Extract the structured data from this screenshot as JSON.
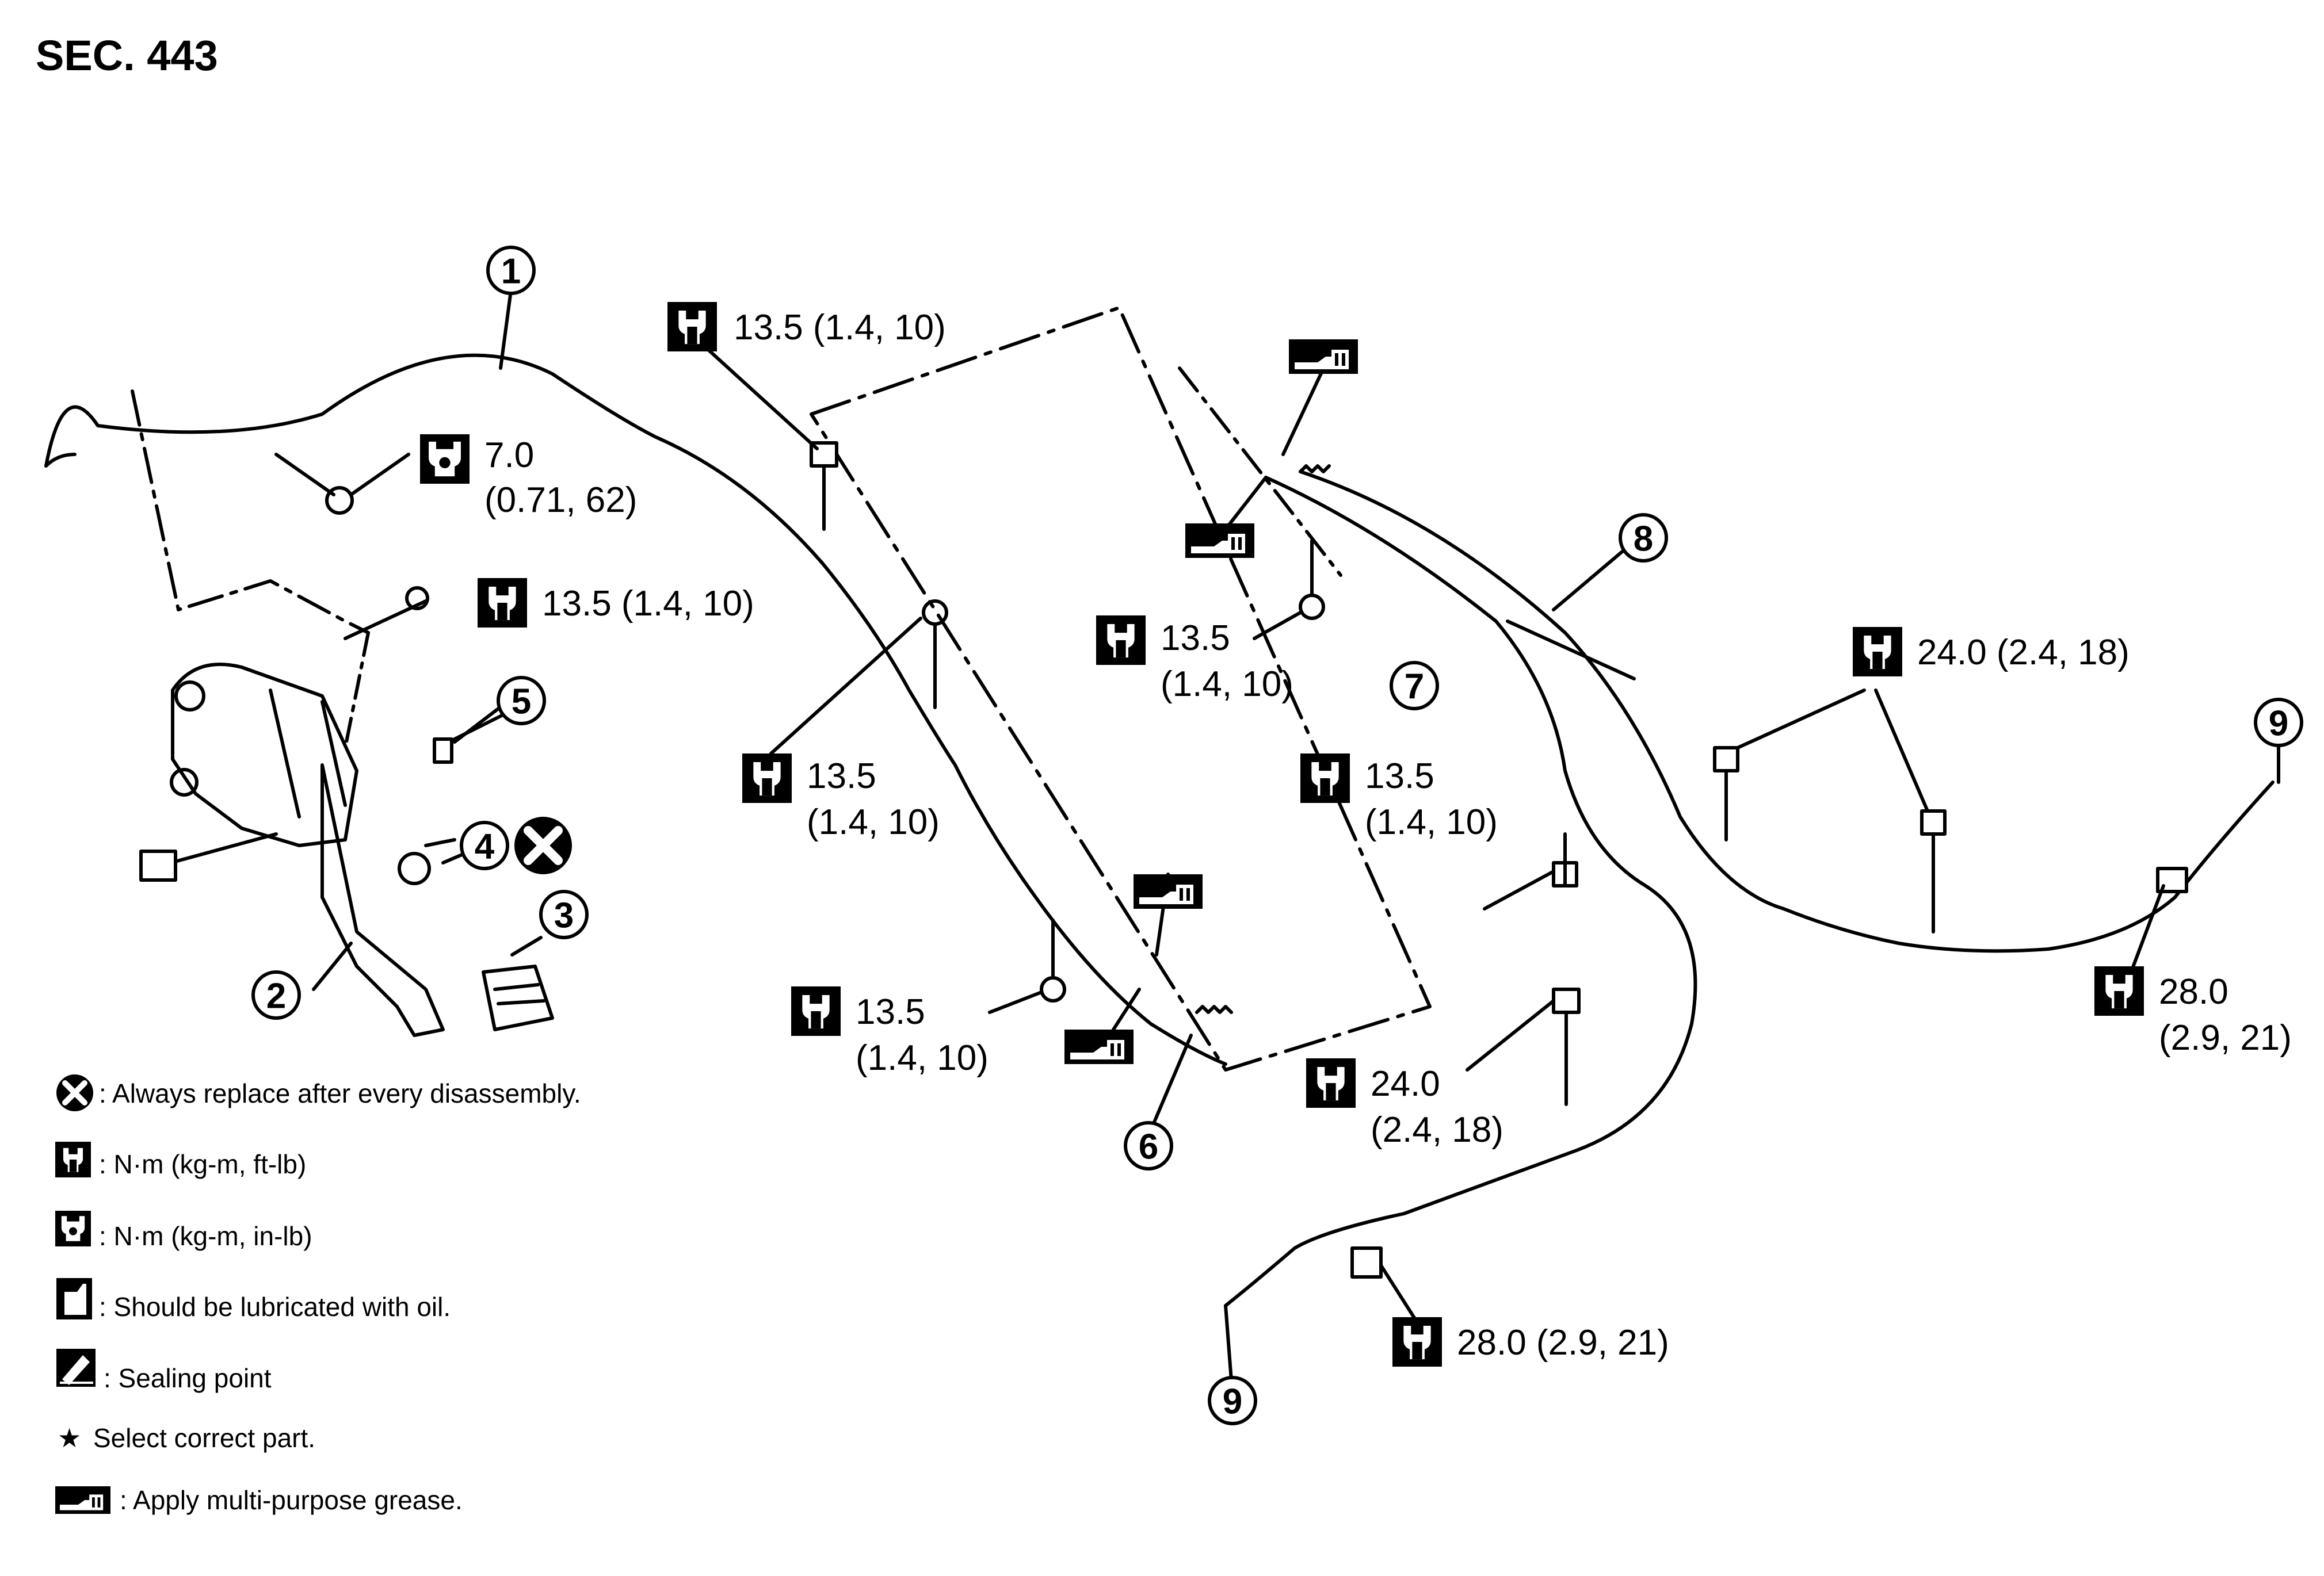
{
  "section_label": "SEC. 443",
  "callouts": [
    "1",
    "2",
    "3",
    "4",
    "5",
    "6",
    "7",
    "8",
    "9",
    "9"
  ],
  "torque_specs": {
    "t1": "13.5 (1.4, 10)",
    "t2_l1": "7.0",
    "t2_l2": "(0.71, 62)",
    "t3": "13.5 (1.4, 10)",
    "t4_l1": "13.5",
    "t4_l2": "(1.4, 10)",
    "t5_l1": "13.5",
    "t5_l2": "(1.4, 10)",
    "t6_l1": "13.5",
    "t6_l2": "(1.4, 10)",
    "t7_l1": "13.5",
    "t7_l2": "(1.4, 10)",
    "t8": "24.0 (2.4, 18)",
    "t9_l1": "24.0",
    "t9_l2": "(2.4, 18)",
    "t10_l1": "28.0",
    "t10_l2": "(2.9, 21)",
    "t11": "28.0 (2.9, 21)"
  },
  "legend": [
    {
      "icon": "always-replace-icon",
      "text": ": Always replace after every disassembly."
    },
    {
      "icon": "torque-ftlb-icon",
      "text": ": N·m (kg-m, ft-lb)"
    },
    {
      "icon": "torque-inlb-icon",
      "text": ": N·m (kg-m, in-lb)"
    },
    {
      "icon": "oil-can-icon",
      "text": ": Should be lubricated with oil."
    },
    {
      "icon": "sealing-point-icon",
      "text": ": Sealing point"
    },
    {
      "icon": "star-icon",
      "text": "Select correct part."
    },
    {
      "icon": "grease-icon",
      "text": ": Apply multi-purpose grease."
    }
  ],
  "colors": {
    "ink": "#000000",
    "paper": "#ffffff",
    "legend_text": "#333333"
  }
}
